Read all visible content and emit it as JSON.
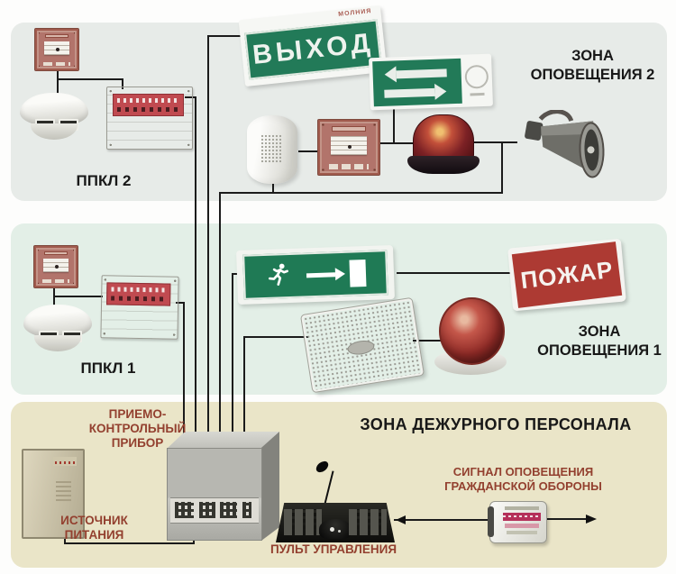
{
  "colors": {
    "zone2_bg": "#e7ebe8",
    "zone1_bg": "#e3efe7",
    "zone3_bg": "#eae5c8",
    "sign_green": "#227a58",
    "sign_red": "#ad3a33",
    "label_red": "#93402f",
    "wire": "#1b1b1b"
  },
  "zone2": {
    "title": [
      "ЗОНА",
      "ОПОВЕЩЕНИЯ 2"
    ],
    "panel_label": "ППКЛ 2",
    "exit_sign": {
      "text": "ВЫХОД",
      "brand": "МОЛНИЯ"
    }
  },
  "zone1": {
    "title": [
      "ЗОНА",
      "ОПОВЕЩЕНИЯ 1"
    ],
    "panel_label": "ППКЛ 1",
    "fire_sign_text": "ПОЖАР"
  },
  "zone3": {
    "title": "ЗОНА ДЕЖУРНОГО ПЕРСОНАЛА",
    "control_unit_label": [
      "ПРИЕМО-",
      "КОНТРОЛЬНЫЙ",
      "ПРИБОР"
    ],
    "power_supply_label": [
      "ИСТОЧНИК",
      "ПИТАНИЯ"
    ],
    "console_label": "ПУЛЬТ УПРАВЛЕНИЯ",
    "civil_defense_label": [
      "СИГНАЛ ОПОВЕЩЕНИЯ",
      "ГРАЖДАНСКОЙ ОБОРОНЫ"
    ]
  }
}
